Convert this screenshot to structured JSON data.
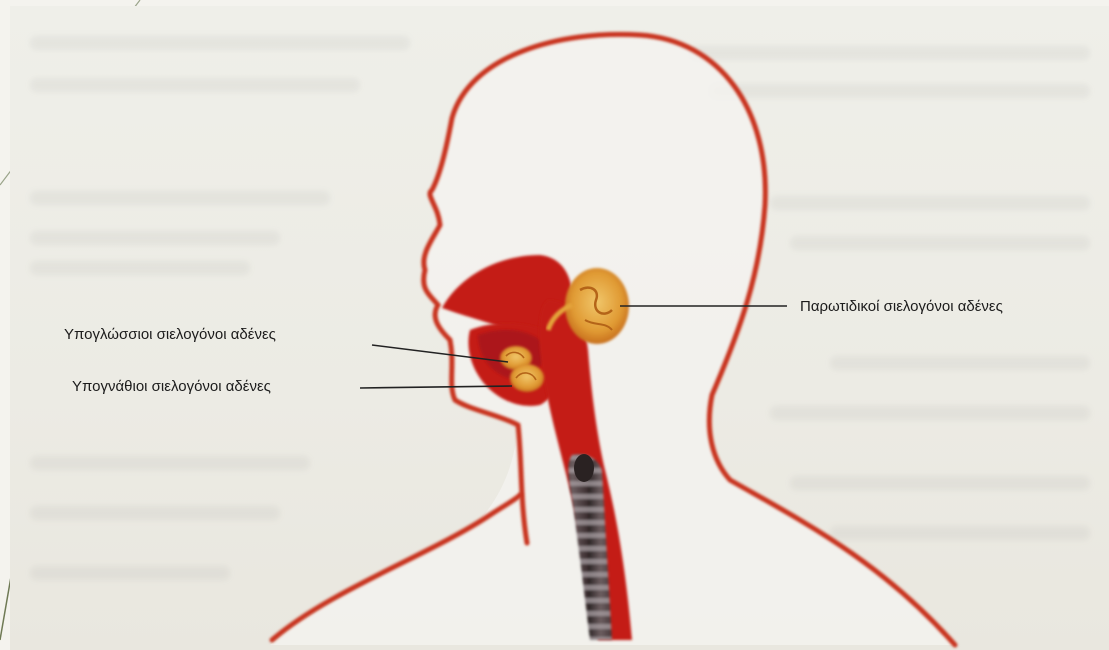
{
  "labels": {
    "parotid": "Παρωτιδικοί σιελογόνοι αδένες",
    "sublingual": "Υπογλώσσιοι σιελογόνοι αδένες",
    "submandibular": "Υπογνάθιοι σιελογόνοι αδένες"
  },
  "colors": {
    "outline": "#c8321e",
    "tissue": "#c41e14",
    "gland": "#e2a23a",
    "background": "#ecebe4"
  }
}
